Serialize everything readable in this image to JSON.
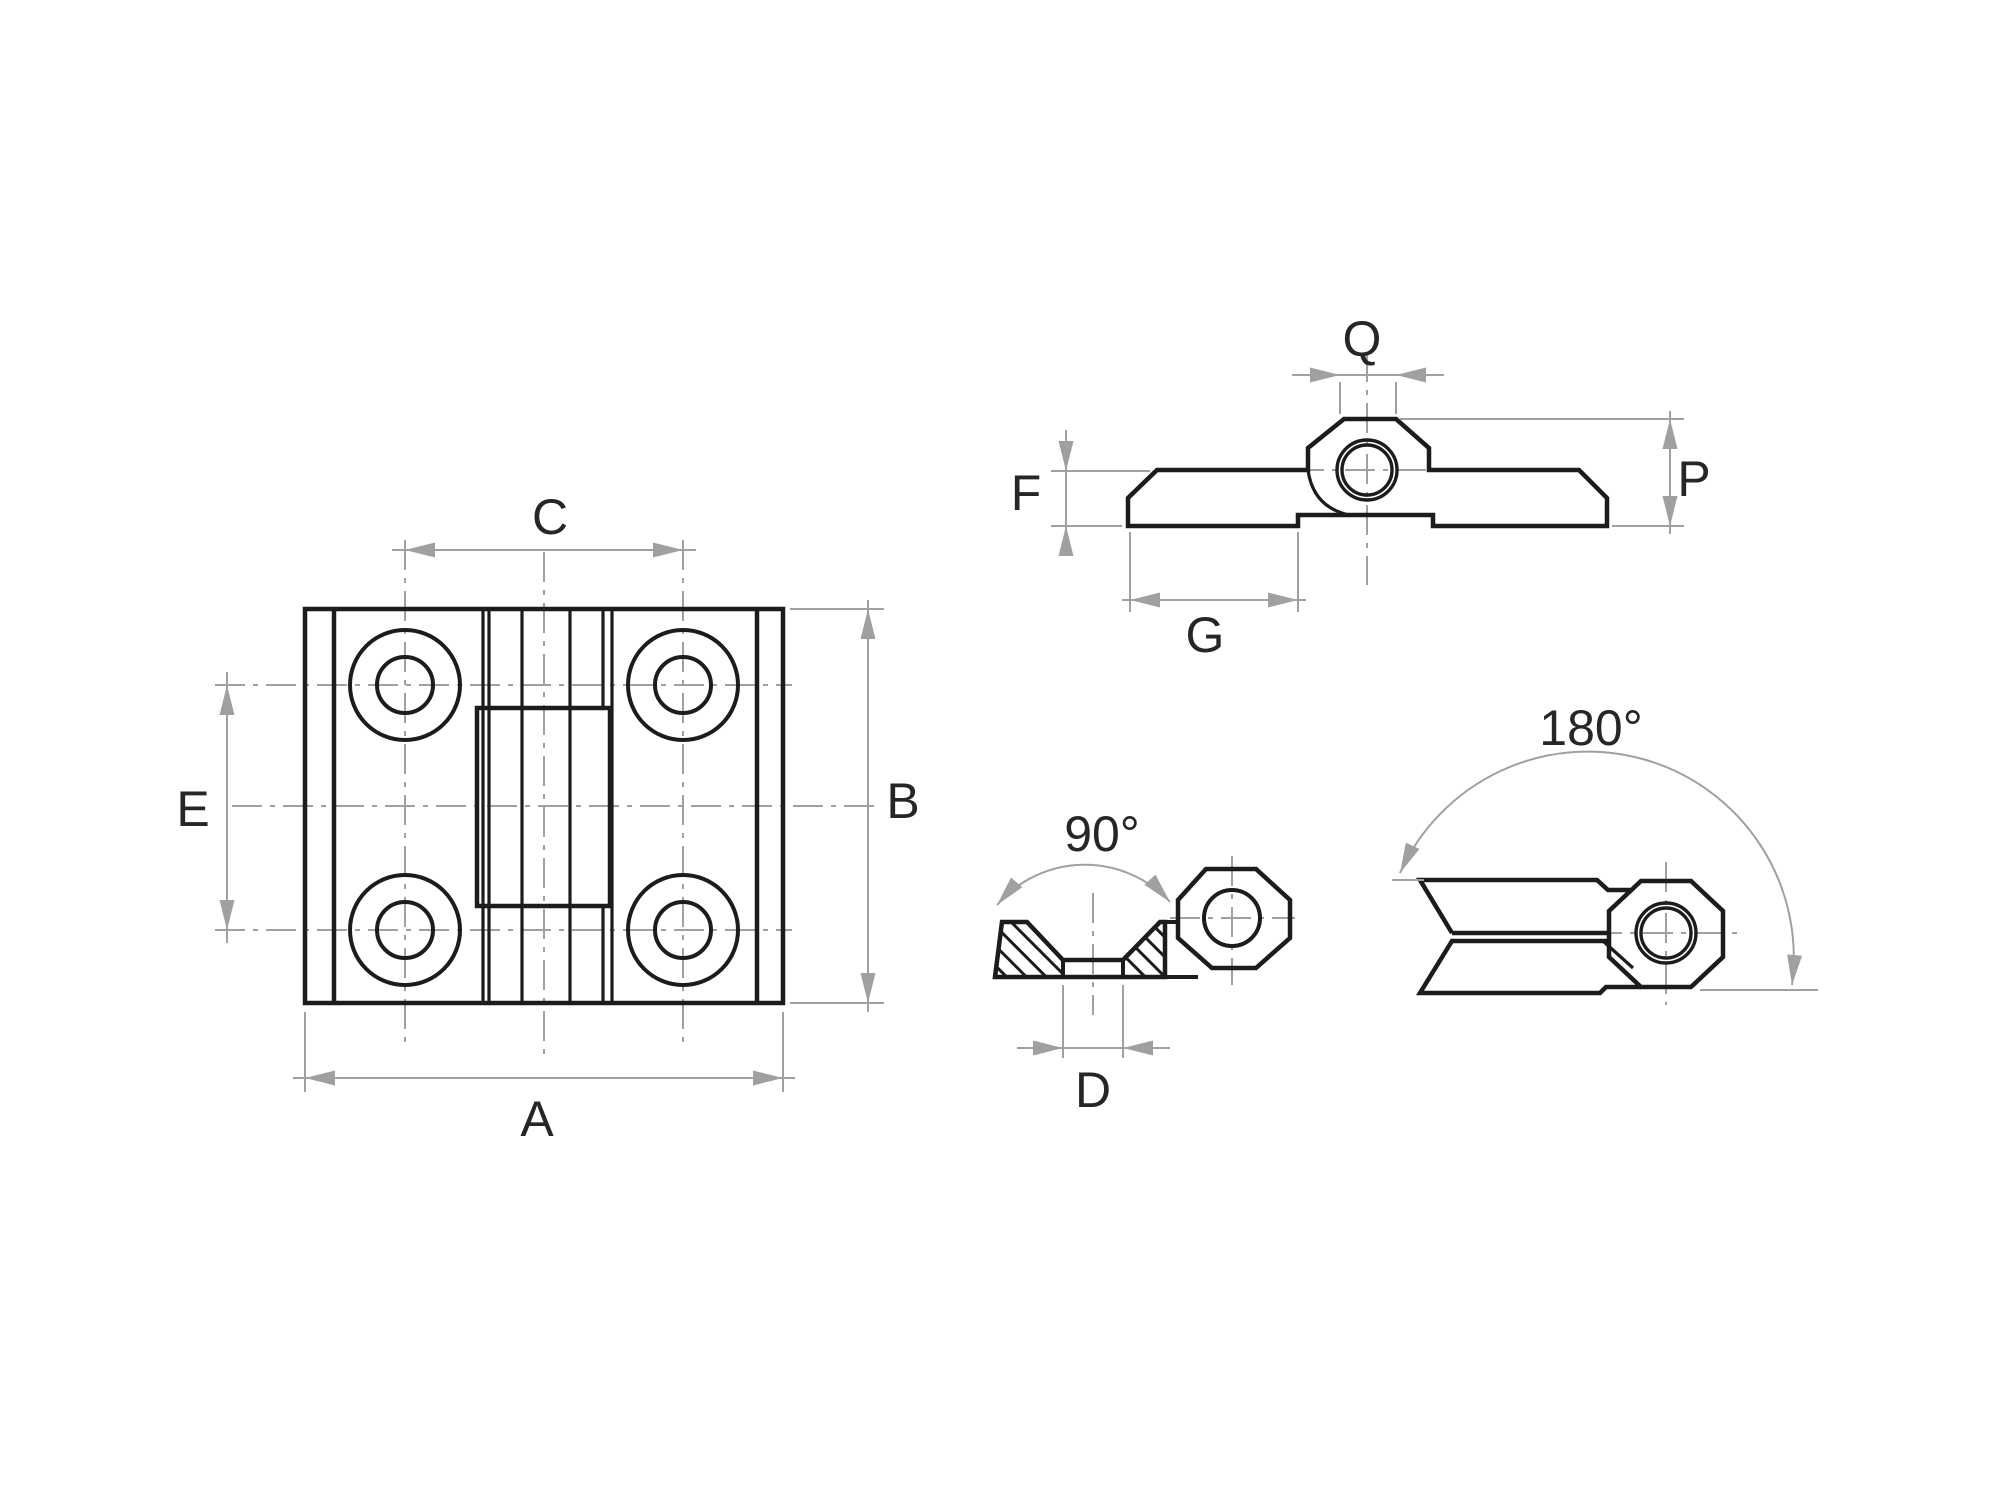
{
  "page": {
    "background": "#ffffff"
  },
  "drawing": {
    "stroke_color": "#1c1c1c",
    "dimension_color": "#a0a0a0",
    "text_color": "#262626",
    "front_view": {
      "dim_a": "A",
      "dim_b": "B",
      "dim_c": "C",
      "dim_e": "E"
    },
    "top_view": {
      "dim_q": "Q",
      "dim_p": "P",
      "dim_f": "F",
      "dim_g": "G"
    },
    "section_view": {
      "dim_d": "D",
      "angle": "90°"
    },
    "folded_view": {
      "angle": "180°"
    }
  }
}
